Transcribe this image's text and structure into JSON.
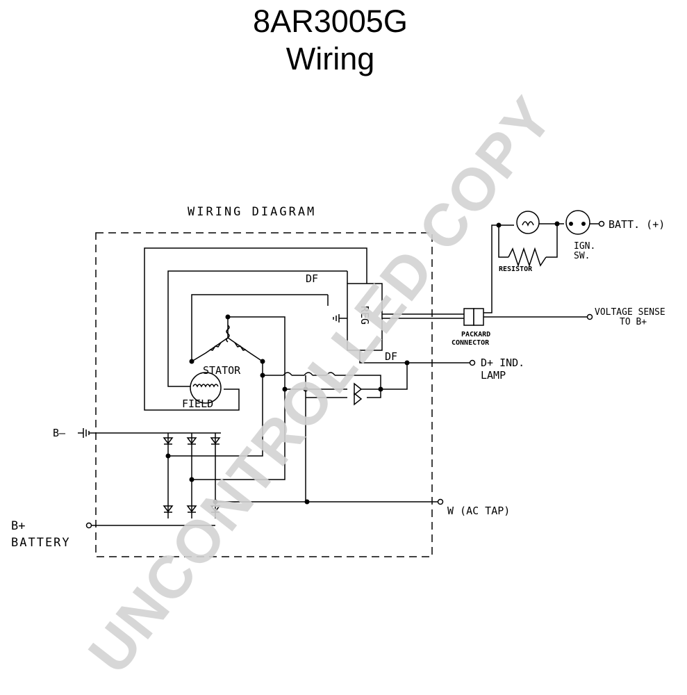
{
  "title": {
    "line1": "8AR3005G",
    "line2": "Wiring"
  },
  "diagram": {
    "heading": "WIRING DIAGRAM",
    "labels": {
      "df_top": "DF",
      "reg": "REG",
      "df_bottom": "DF",
      "stator": "STATOR",
      "field": "FIELD",
      "resistor": "RESISTOR",
      "ign_line1": "IGN.",
      "ign_line2": "SW.",
      "batt": "BATT. (+)",
      "packard_line1": "PACKARD",
      "packard_line2": "CONNECTOR",
      "voltage_sense_line1": "VOLTAGE SENSE",
      "voltage_sense_line2": "TO B+",
      "d_plus_line1": "D+ IND.",
      "d_plus_line2": "LAMP",
      "b_minus": "B—",
      "w_tap": "W (AC TAP)",
      "b_plus_line1": "B+",
      "b_plus_line2": "BATTERY"
    }
  },
  "watermark": "UNCONTROLLED COPY"
}
